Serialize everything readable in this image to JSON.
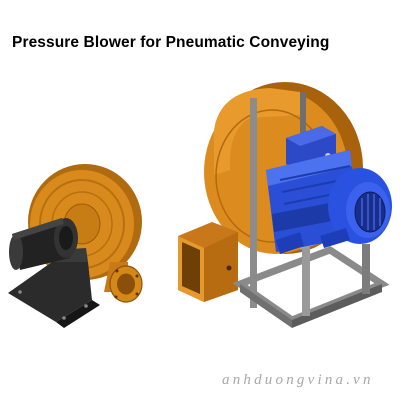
{
  "title": "Pressure Blower for Pneumatic Conveying",
  "watermark": "anhduongvina.vn",
  "colors": {
    "housing": "#d98a1c",
    "housing_shadow": "#a8620c",
    "motor_large": "#2a4fd6",
    "motor_small": "#1c1c1c",
    "frame": "#7a7a7a"
  },
  "products": [
    {
      "name": "small-pressure-blower",
      "motor": "black-motor-icon"
    },
    {
      "name": "large-pressure-blower",
      "motor": "blue-motor-icon"
    }
  ]
}
